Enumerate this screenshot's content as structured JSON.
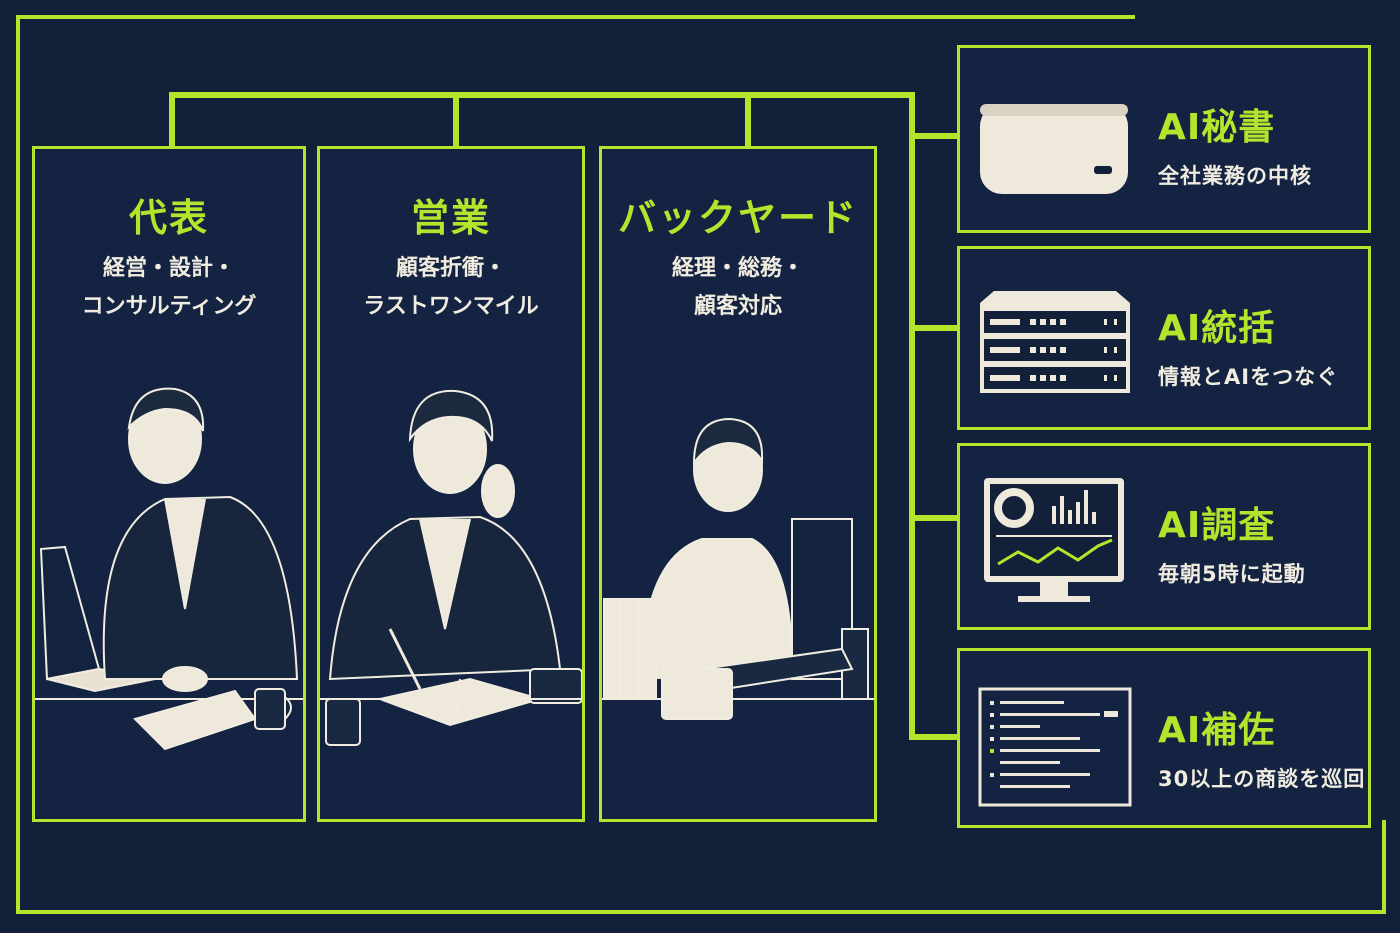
{
  "departments": [
    {
      "title": "代表",
      "sub1": "経営・設計・",
      "sub2": "コンサルティング"
    },
    {
      "title": "営業",
      "sub1": "顧客折衝・",
      "sub2": "ラストワンマイル"
    },
    {
      "title": "バックヤード",
      "sub1": "経理・総務・",
      "sub2": "顧客対応"
    }
  ],
  "ai_agents": [
    {
      "title": "AI秘書",
      "sub": "全社業務の中核",
      "icon": "mini-server-icon"
    },
    {
      "title": "AI統括",
      "sub": "情報とAIをつなぐ",
      "icon": "rack-server-icon"
    },
    {
      "title": "AI調査",
      "sub": "毎朝5時に起動",
      "icon": "dashboard-monitor-icon"
    },
    {
      "title": "AI補佐",
      "sub": "30以上の商談を巡回",
      "icon": "log-terminal-icon"
    }
  ],
  "colors": {
    "background": "#12203a",
    "accent": "#b3e52c",
    "text": "#f1ece0"
  }
}
